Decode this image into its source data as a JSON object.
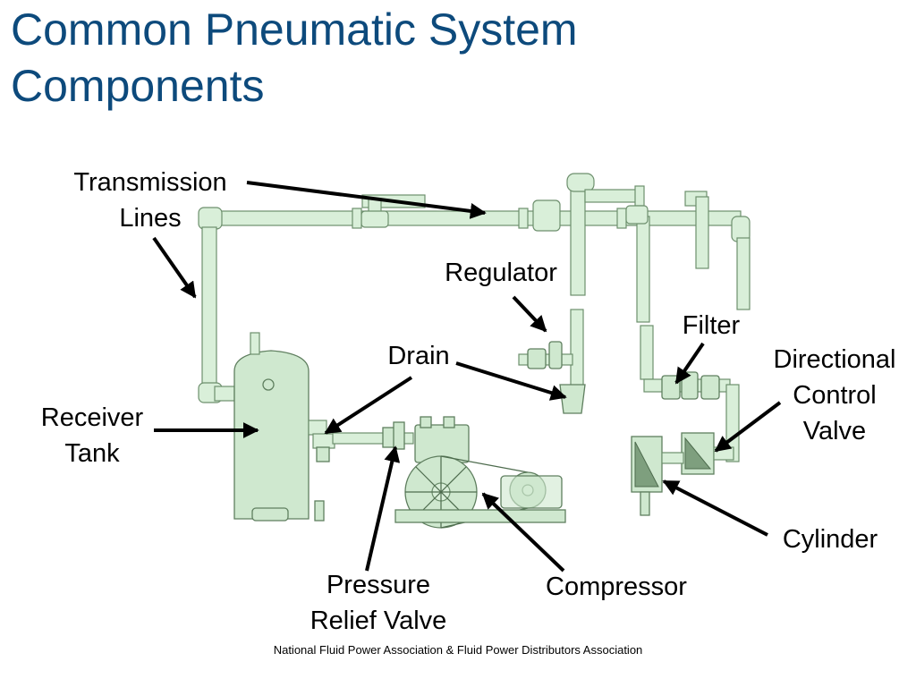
{
  "title": "Common Pneumatic System Components",
  "labels": {
    "transmission_lines": "Transmission\nLines",
    "regulator": "Regulator",
    "filter": "Filter",
    "drain": "Drain",
    "directional_control_valve": "Directional\nControl\nValve",
    "receiver_tank": "Receiver\nTank",
    "cylinder": "Cylinder",
    "compressor": "Compressor",
    "pressure_relief_valve": "Pressure\nRelief Valve"
  },
  "footer": "National Fluid Power Association & Fluid Power Distributors Association",
  "colors": {
    "title": "#0d4a7c",
    "equipment_fill": "#d9efd9",
    "equipment_stroke": "#6d8f6d",
    "arrow": "#000000"
  }
}
